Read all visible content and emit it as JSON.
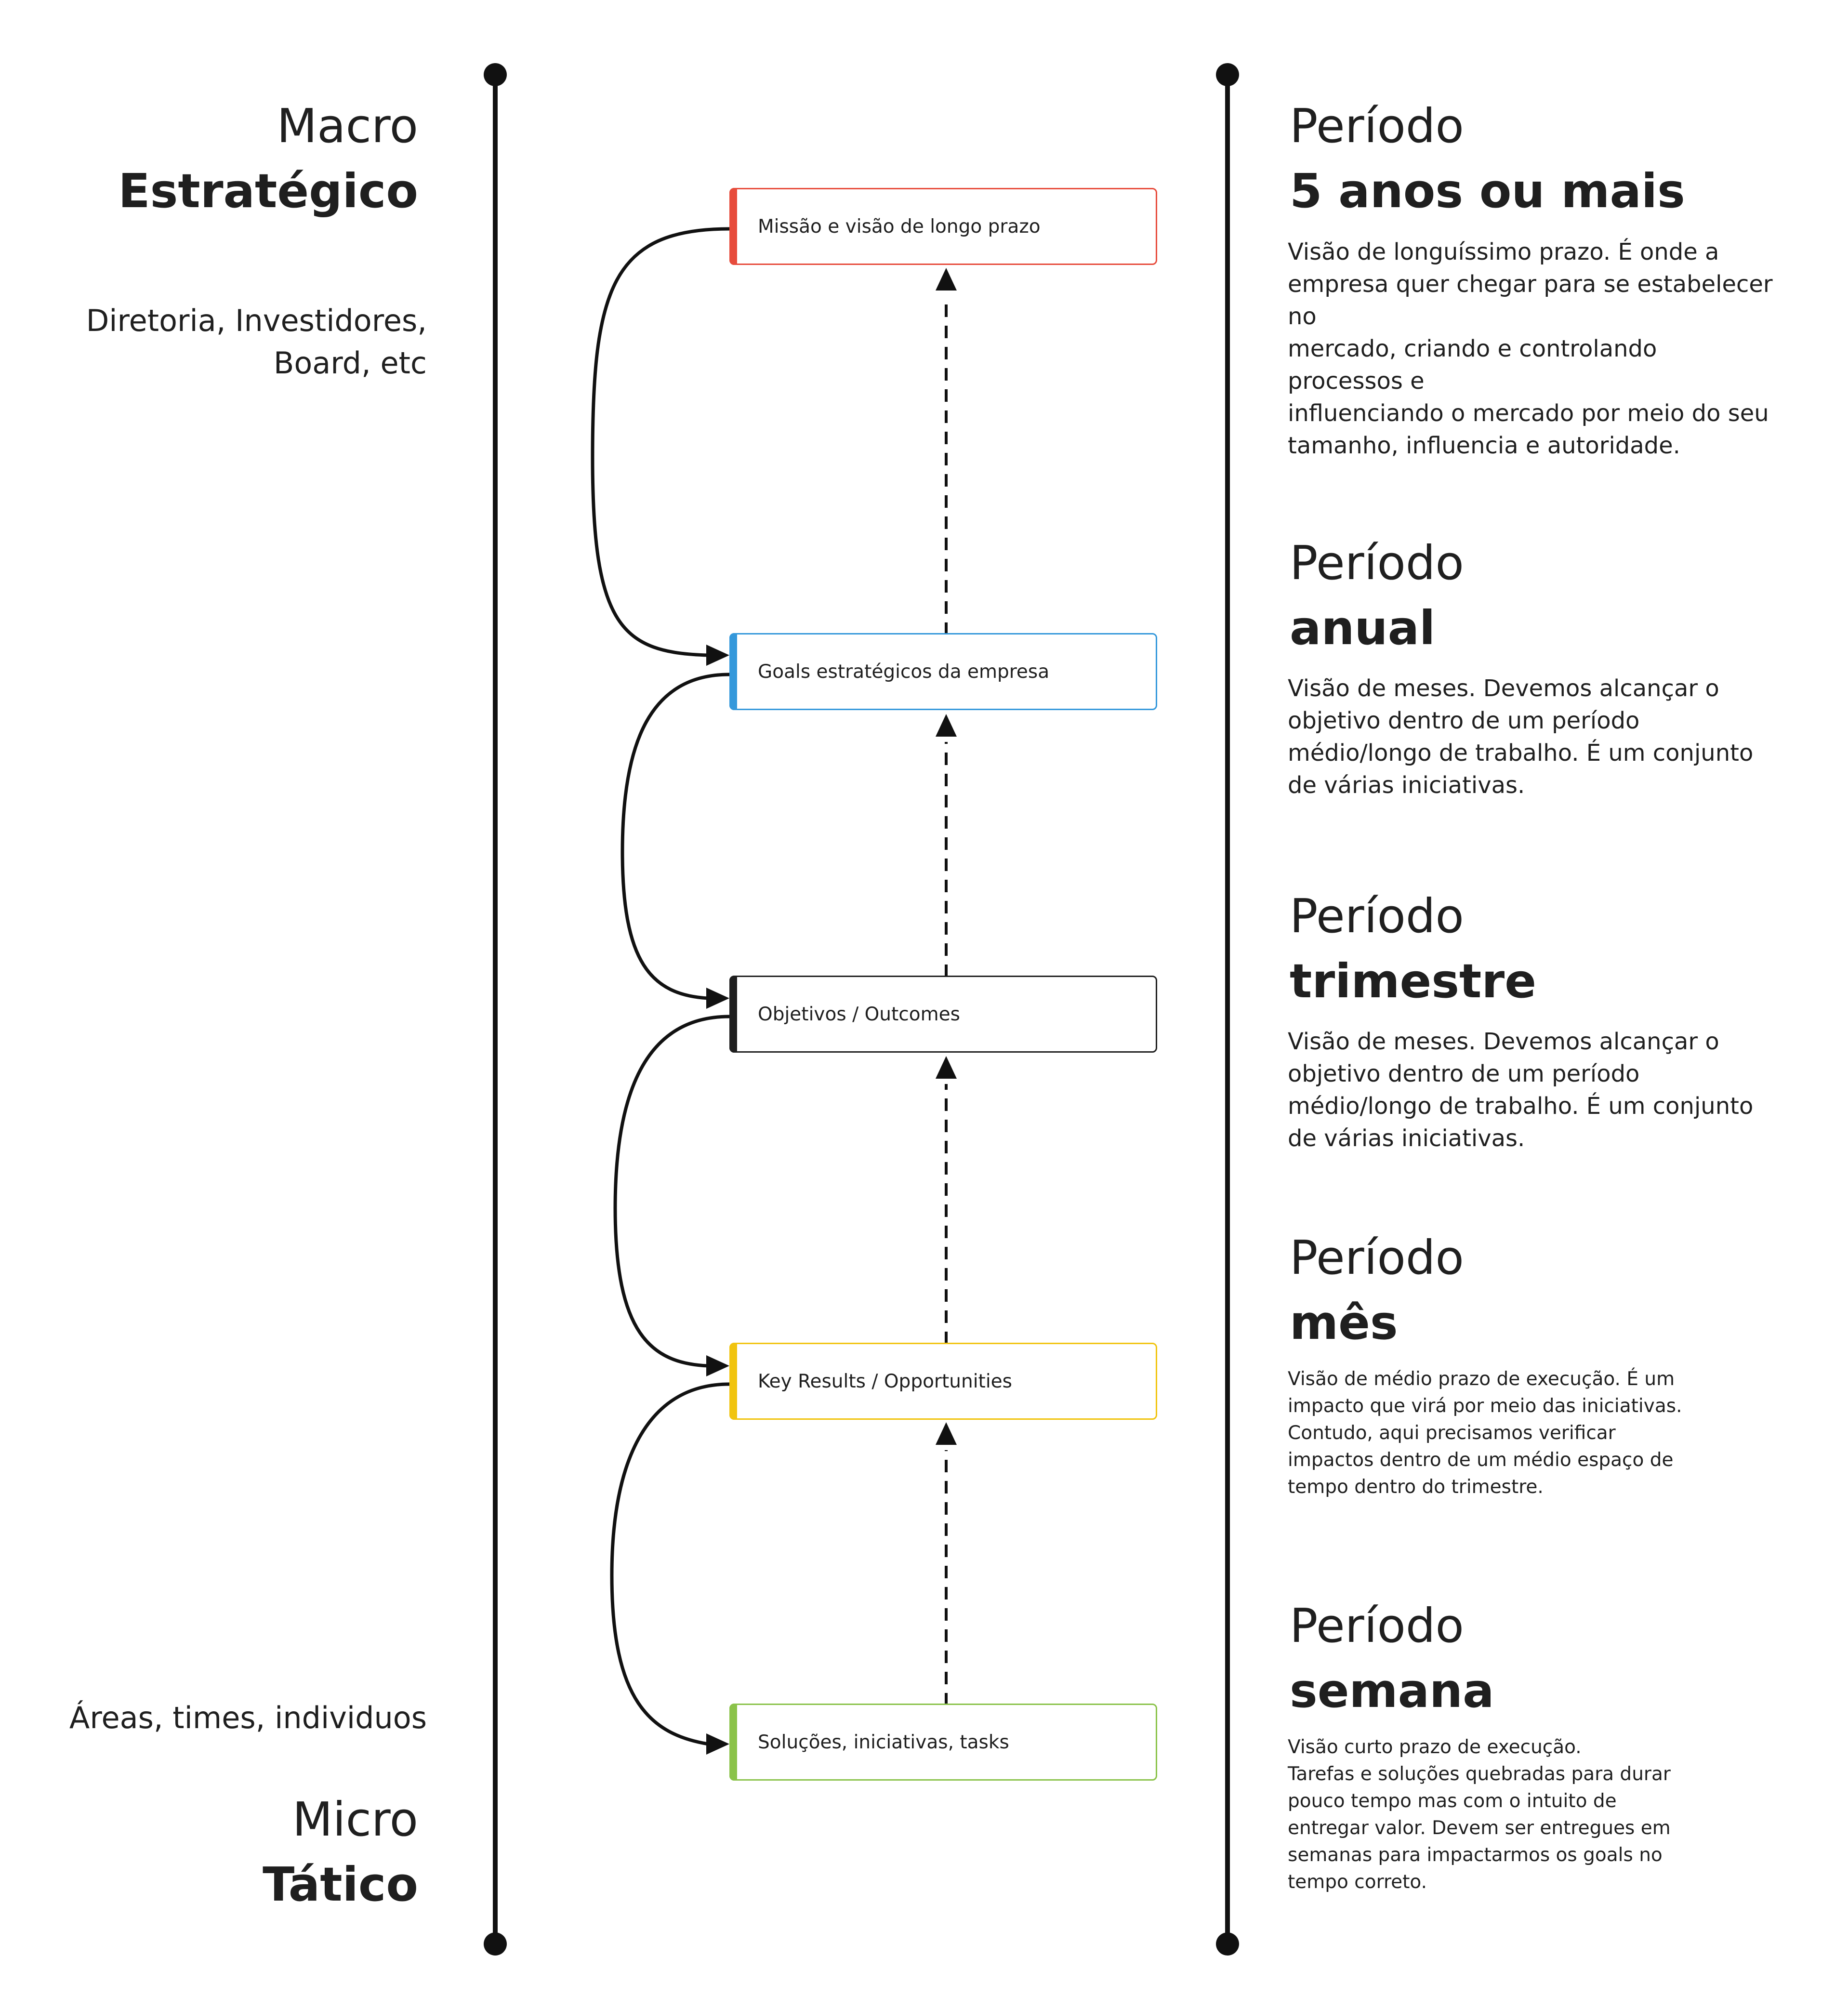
{
  "left": {
    "top_level": "Macro",
    "top_type": "Estratégico",
    "top_who_line1": "Diretoria, Investidores,",
    "top_who_line2": "Board, etc",
    "bottom_who": "Áreas, times, individuos",
    "bottom_level": "Micro",
    "bottom_type": "Tático"
  },
  "boxes": [
    {
      "label": "Missão e visão de longo prazo",
      "color": "#e74c3c"
    },
    {
      "label": "Goals estratégicos da empresa",
      "color": "#3498db"
    },
    {
      "label": "Objetivos / Outcomes",
      "color": "#1f1f1f"
    },
    {
      "label": "Key Results / Opportunities",
      "color": "#f1c40f"
    },
    {
      "label": "Soluções, iniciativas, tasks",
      "color": "#8bc34a"
    }
  ],
  "periods": [
    {
      "word": "Período",
      "value": "5 anos ou mais",
      "description": "Visão de longuíssimo prazo. É onde a\nempresa quer chegar para se estabelecer no\nmercado, criando e controlando processos e\ninfluenciando o mercado por meio do seu\ntamanho, influencia e autoridade."
    },
    {
      "word": "Período",
      "value": "anual",
      "description": "Visão de meses. Devemos alcançar o\nobjetivo dentro de um período\nmédio/longo de trabalho. É um conjunto\nde várias iniciativas."
    },
    {
      "word": "Período",
      "value": "trimestre",
      "description": "Visão de meses. Devemos alcançar o\nobjetivo dentro de um período\nmédio/longo de trabalho. É um conjunto\nde várias iniciativas."
    },
    {
      "word": "Período",
      "value": "mês",
      "description": "Visão de médio prazo de execução. É um\nimpacto que virá por meio das iniciativas.\nContudo, aqui precisamos verificar\nimpactos dentro de um médio espaço de\ntempo dentro do trimestre."
    },
    {
      "word": "Período",
      "value": "semana",
      "description": "Visão curto prazo de execução.\nTarefas e soluções quebradas para durar\npouco tempo mas com o intuito de\nentregar valor. Devem ser entregues em\nsemanas para impactarmos os goals no\ntempo correto."
    }
  ],
  "colors": {
    "line": "#111111",
    "text": "#1f1f1f"
  }
}
